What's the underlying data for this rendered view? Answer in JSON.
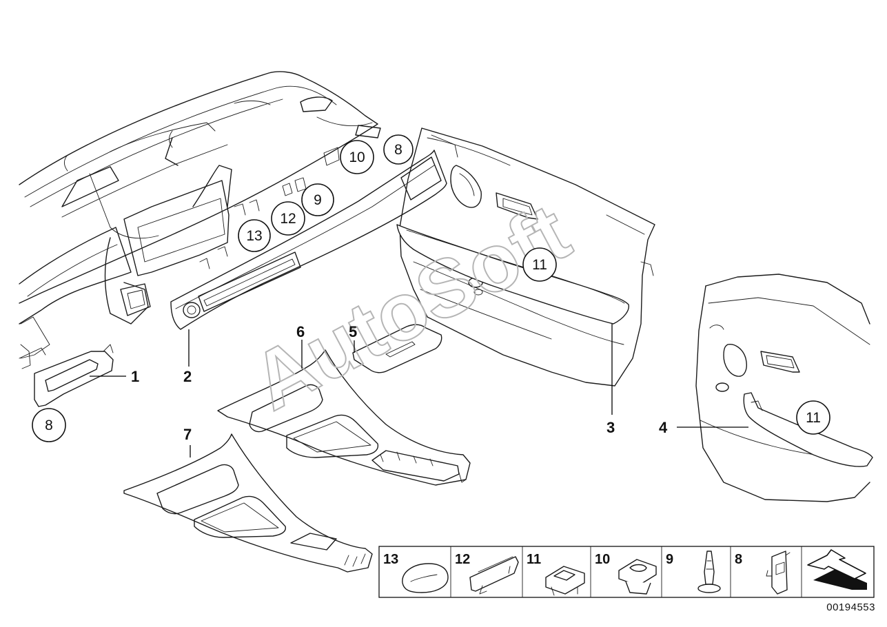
{
  "parts": [
    {
      "label": "1",
      "name": "trim-left"
    },
    {
      "label": "2",
      "name": "trim-dashboard"
    },
    {
      "label": "3",
      "name": "trim-front-door"
    },
    {
      "label": "4",
      "name": "trim-rear-door"
    },
    {
      "label": "5",
      "name": "trim-cover"
    },
    {
      "label": "6",
      "name": "trim-center-console"
    },
    {
      "label": "7",
      "name": "trim-center-console-alt"
    }
  ],
  "circled": {
    "c8a": "8",
    "c10": "10",
    "c9": "9",
    "c12": "12",
    "c13": "13",
    "c11a": "11",
    "c11b": "11",
    "c8b": "8"
  },
  "legend": [
    "13",
    "12",
    "11",
    "10",
    "9",
    "8"
  ],
  "watermark": "AutoSoft",
  "doc_id": "00194553"
}
